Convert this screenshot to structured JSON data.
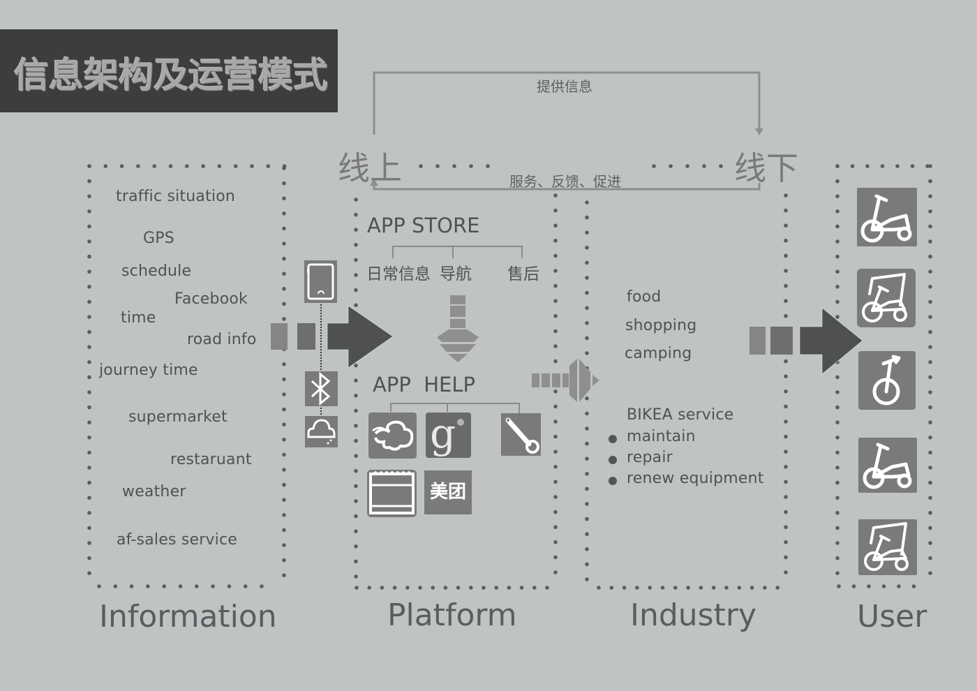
{
  "title": "信息架构及运营模式",
  "flow": {
    "online": "线上",
    "offline": "线下",
    "top_arrow_label": "提供信息",
    "bottom_arrow_label": "服务、反馈、促进"
  },
  "information": {
    "label": "Information",
    "items": [
      "traffic situation",
      "GPS",
      "schedule",
      "Facebook",
      "time",
      "road info",
      "journey time",
      "supermarket",
      "restaruant",
      "weather",
      "af-sales service"
    ]
  },
  "connectors": {
    "icons": [
      "phone-icon",
      "bluetooth-icon",
      "cloud-icon"
    ]
  },
  "platform": {
    "label": "Platform",
    "app_store": {
      "title": "APP STORE",
      "branches": [
        "日常信息",
        "导航",
        "售后"
      ]
    },
    "app_help": {
      "title": "APP  HELP",
      "apps": [
        {
          "icon": "weather-cloud-app-icon"
        },
        {
          "icon": "google-app-icon"
        },
        {
          "icon": "wrench-app-icon"
        },
        {
          "icon": "calendar-app-icon"
        },
        {
          "icon": "meituan-app-icon",
          "text": "美团"
        }
      ]
    }
  },
  "industry": {
    "label": "Industry",
    "items": [
      "food",
      "shopping",
      "camping"
    ],
    "service": {
      "title": "BIKEA service",
      "bullets": [
        "maintain",
        "repair",
        "renew equipment"
      ]
    }
  },
  "user": {
    "label": "User",
    "icons": [
      "folding-bike-icon",
      "canopy-bike-icon",
      "unicycle-icon",
      "folding-bike-icon",
      "canopy-bike-icon"
    ]
  },
  "colors": {
    "background": "#c0c3c3",
    "title_box": "#3d3d3d",
    "text": "#4f5253",
    "arrow_dark": "#4f5050",
    "tile": "#7a7a7a"
  }
}
